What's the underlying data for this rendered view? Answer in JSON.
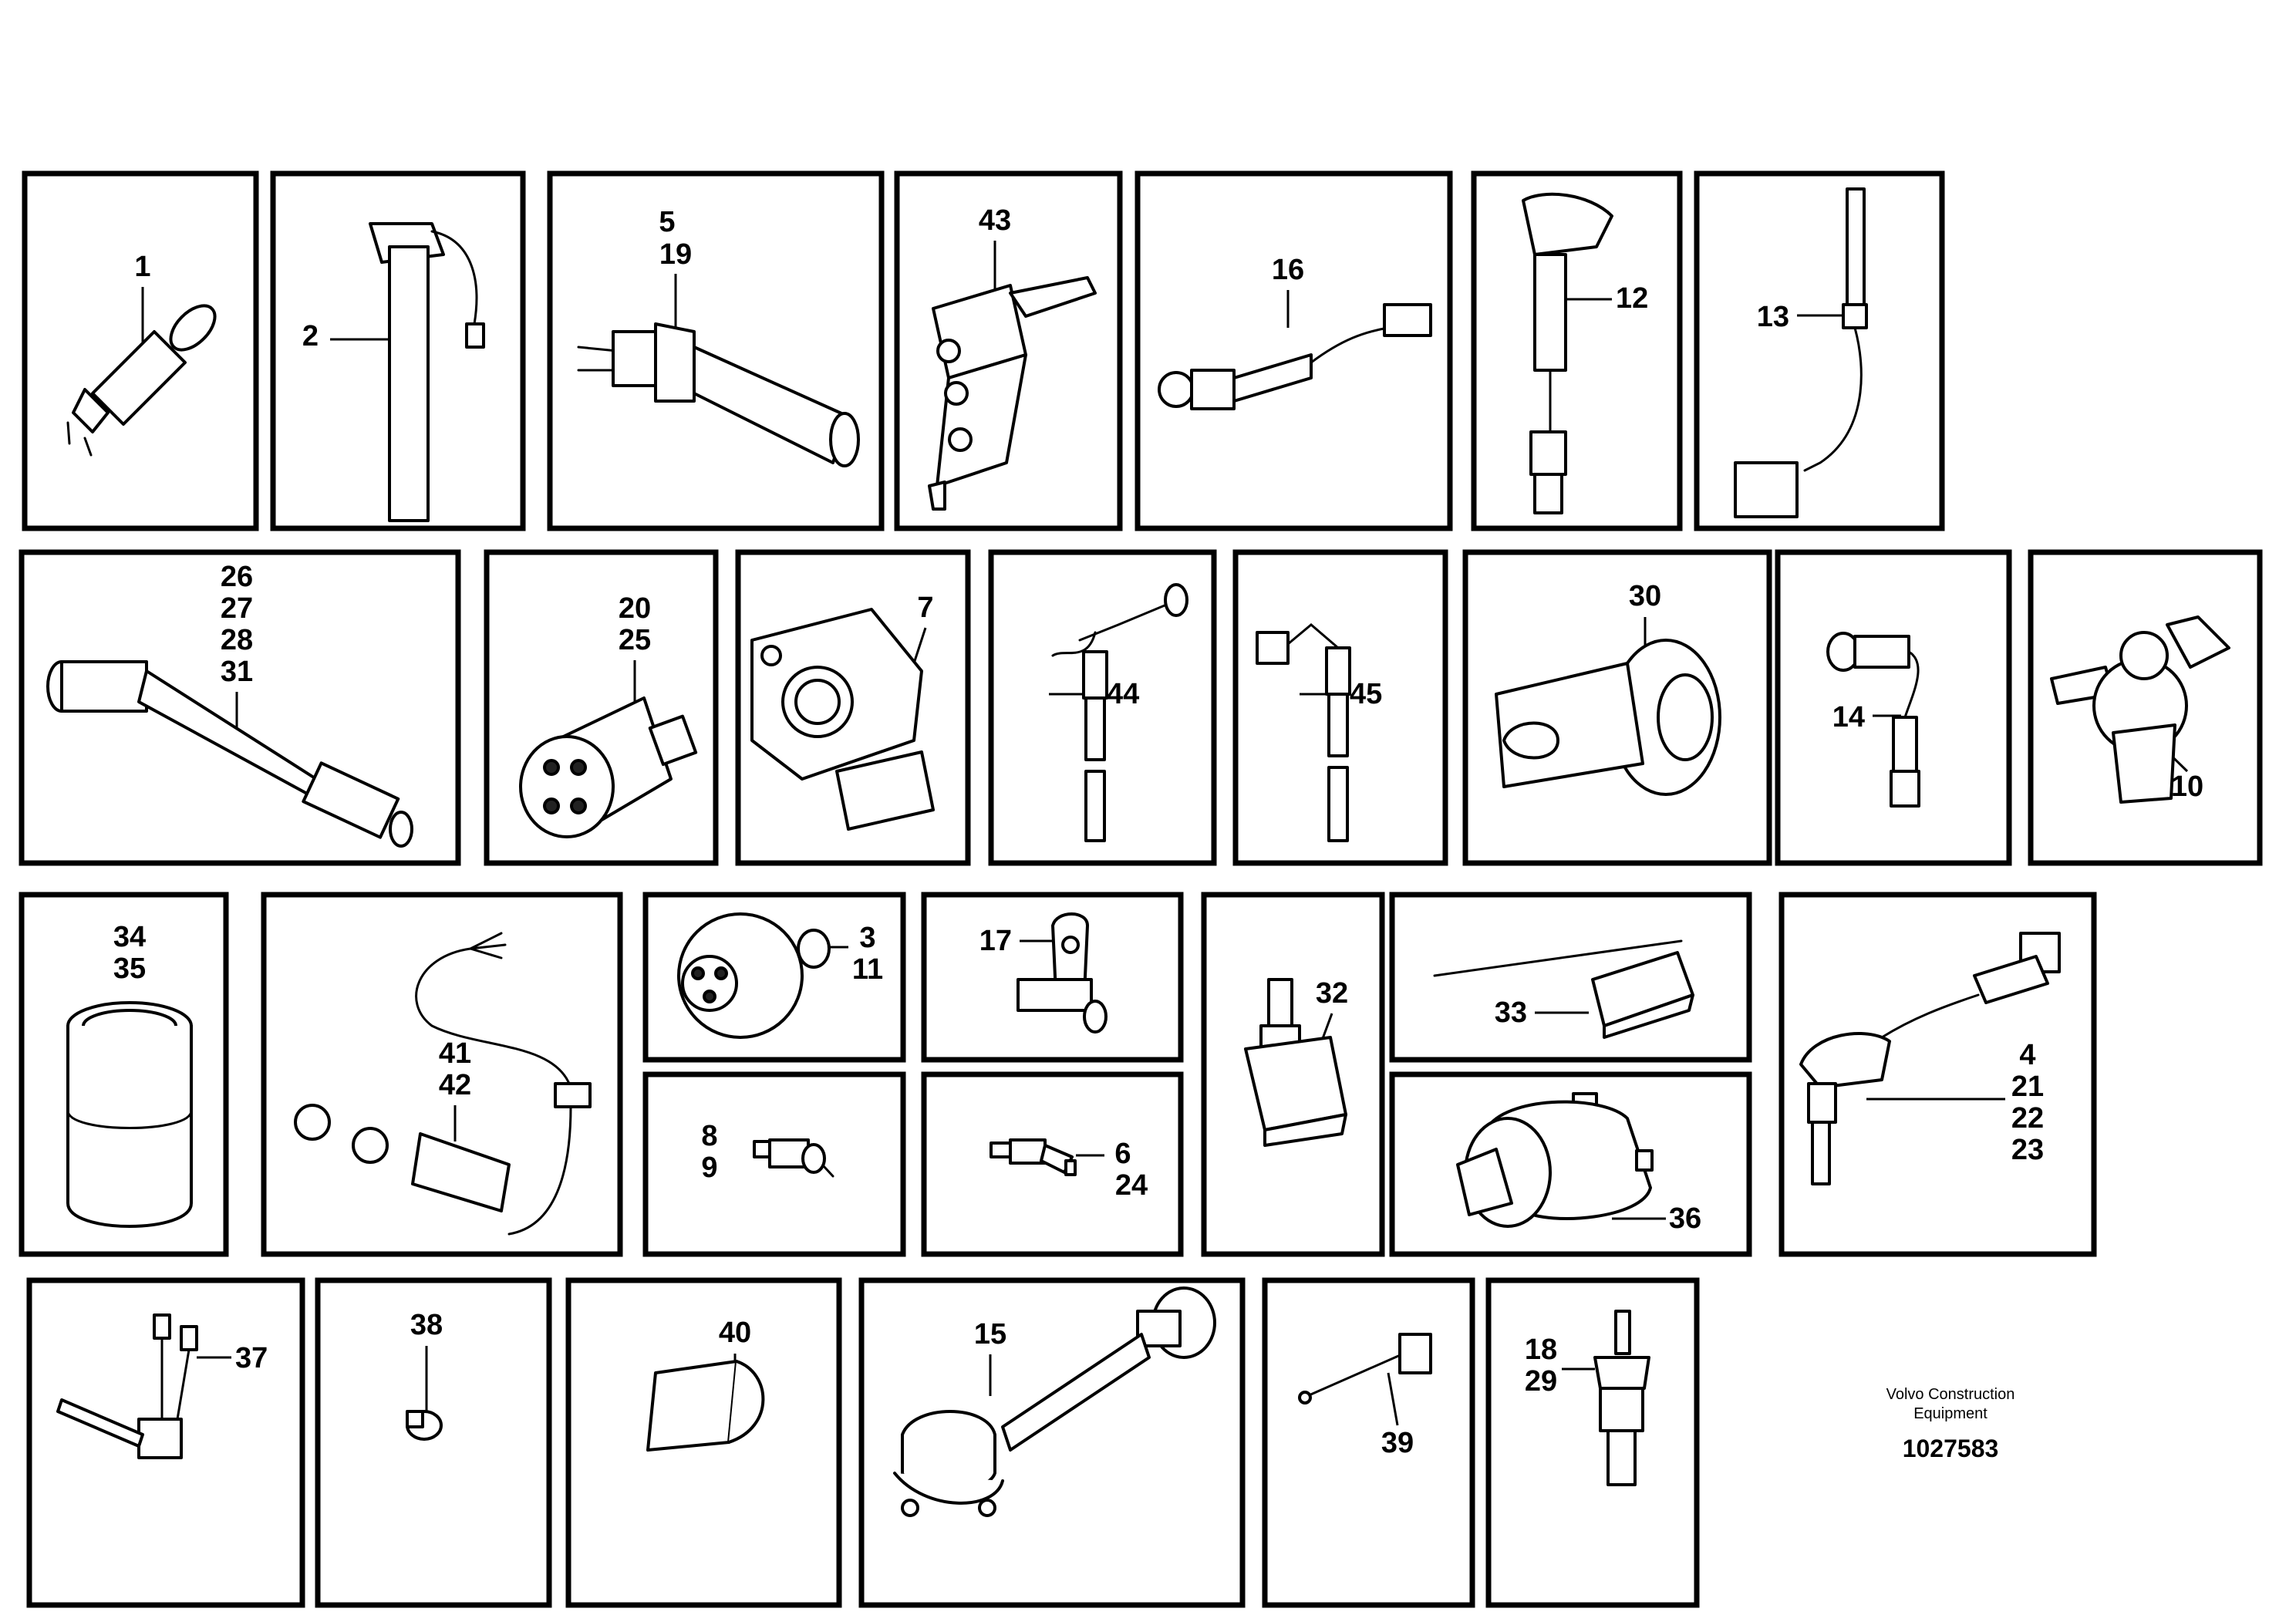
{
  "panels": [
    {
      "id": "p1",
      "labels": [
        "1"
      ]
    },
    {
      "id": "p2",
      "labels": [
        "2"
      ]
    },
    {
      "id": "p3",
      "labels": [
        "5",
        "19"
      ]
    },
    {
      "id": "p4",
      "labels": [
        "43"
      ]
    },
    {
      "id": "p5",
      "labels": [
        "16"
      ]
    },
    {
      "id": "p6",
      "labels": [
        "12"
      ]
    },
    {
      "id": "p7",
      "labels": [
        "13"
      ]
    },
    {
      "id": "p8",
      "labels": [
        "26",
        "27",
        "28",
        "31"
      ]
    },
    {
      "id": "p9",
      "labels": [
        "20",
        "25"
      ]
    },
    {
      "id": "p10",
      "labels": [
        "7"
      ]
    },
    {
      "id": "p11",
      "labels": [
        "44"
      ]
    },
    {
      "id": "p12",
      "labels": [
        "45"
      ]
    },
    {
      "id": "p13",
      "labels": [
        "30"
      ]
    },
    {
      "id": "p14",
      "labels": [
        "14"
      ]
    },
    {
      "id": "p15",
      "labels": [
        "10"
      ]
    },
    {
      "id": "p16",
      "labels": [
        "34",
        "35"
      ]
    },
    {
      "id": "p17",
      "labels": [
        "41",
        "42"
      ]
    },
    {
      "id": "p18",
      "labels": [
        "3",
        "11"
      ]
    },
    {
      "id": "p19",
      "labels": [
        "17"
      ]
    },
    {
      "id": "p20",
      "labels": [
        "32"
      ]
    },
    {
      "id": "p21",
      "labels": [
        "33"
      ]
    },
    {
      "id": "p22",
      "labels": [
        "4",
        "21",
        "22",
        "23"
      ]
    },
    {
      "id": "p23",
      "labels": [
        "8",
        "9"
      ]
    },
    {
      "id": "p24",
      "labels": [
        "6",
        "24"
      ]
    },
    {
      "id": "p25",
      "labels": [
        "36"
      ]
    },
    {
      "id": "p26",
      "labels": [
        "37"
      ]
    },
    {
      "id": "p27",
      "labels": [
        "38"
      ]
    },
    {
      "id": "p28",
      "labels": [
        "40"
      ]
    },
    {
      "id": "p29",
      "labels": [
        "15"
      ]
    },
    {
      "id": "p30",
      "labels": [
        "39"
      ]
    },
    {
      "id": "p31",
      "labels": [
        "18",
        "29"
      ]
    }
  ],
  "footer": {
    "brand_line1": "Volvo Construction",
    "brand_line2": "Equipment",
    "document_number": "1027583"
  }
}
